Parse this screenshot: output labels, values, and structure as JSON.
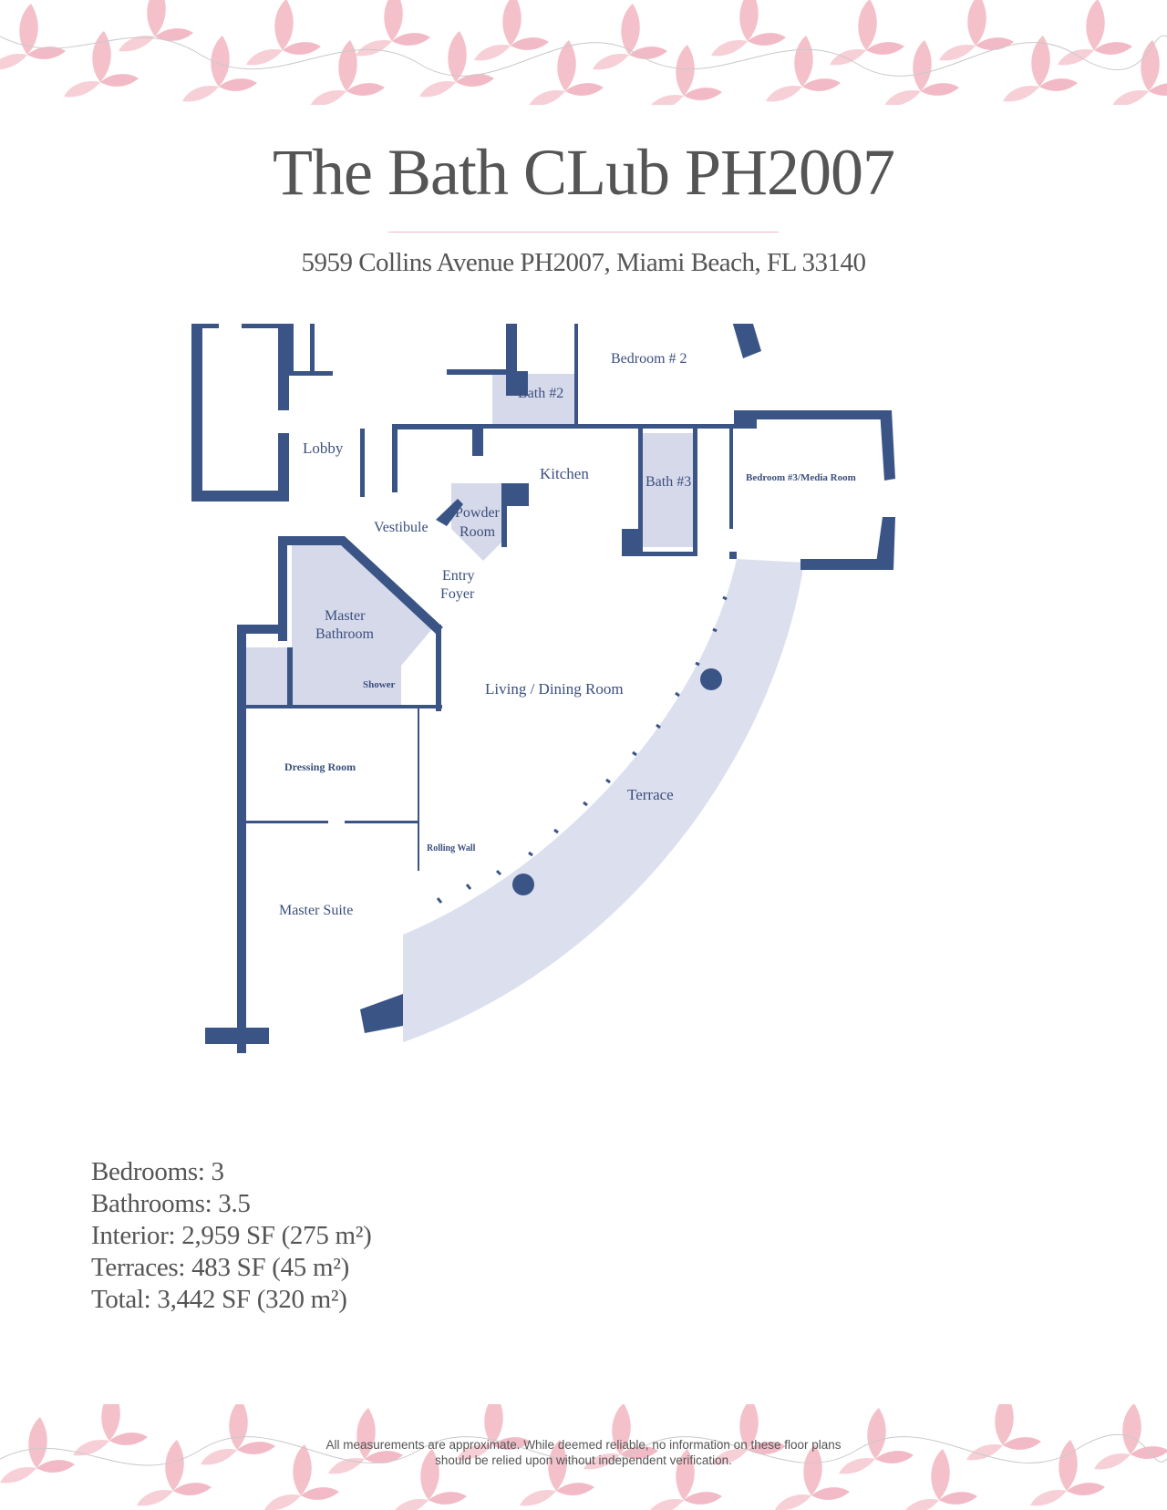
{
  "header": {
    "title": "The Bath CLub PH2007",
    "address": "5959 Collins Avenue PH2007, Miami Beach, FL 33140"
  },
  "floorplan": {
    "rooms": {
      "lobby": "Lobby",
      "bedroom2": "Bedroom # 2",
      "bath2": "Bath #2",
      "kitchen": "Kitchen",
      "bath3": "Bath #3",
      "bedroom3": "Bedroom #3/Media Room",
      "vestibule": "Vestibule",
      "powder_room_line1": "Powder",
      "powder_room_line2": "Room",
      "entry_foyer_line1": "Entry",
      "entry_foyer_line2": "Foyer",
      "master_bath_line1": "Master",
      "master_bath_line2": "Bathroom",
      "shower": "Shower",
      "living_dining": "Living / Dining Room",
      "terrace": "Terrace",
      "dressing_room": "Dressing Room",
      "rolling_wall": "Rolling Wall",
      "master_suite": "Master Suite"
    },
    "colors": {
      "wall": "#3b5486",
      "wet_area": "#d5d9ea",
      "terrace": "#dcdfee"
    }
  },
  "specs": {
    "bedrooms": "Bedrooms: 3",
    "bathrooms": "Bathrooms: 3.5",
    "interior": "Interior: 2,959 SF (275 m²)",
    "terraces": "Terraces: 483 SF (45 m²)",
    "total": "Total: 3,442 SF (320 m²)"
  },
  "footer": {
    "disclaimer_line1": "All measurements are approximate. While deemed reliable, no information on these floor plans",
    "disclaimer_line2": "should be relied upon without independent verification."
  },
  "decor": {
    "floral_color": "#f0b3bf"
  }
}
